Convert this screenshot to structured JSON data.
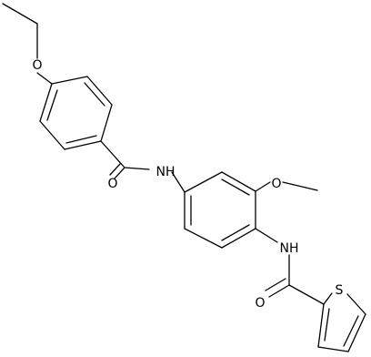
{
  "molecule": {
    "atom_labels": {
      "ethoxy_oxygen": "O",
      "carbonyl_oxygen_left": "O",
      "amide_nh_left": "NH",
      "methoxy_oxygen": "O",
      "amide_nh_bottom": "NH",
      "carbonyl_oxygen_bottom": "O",
      "thiophene_sulfur": "S"
    }
  }
}
